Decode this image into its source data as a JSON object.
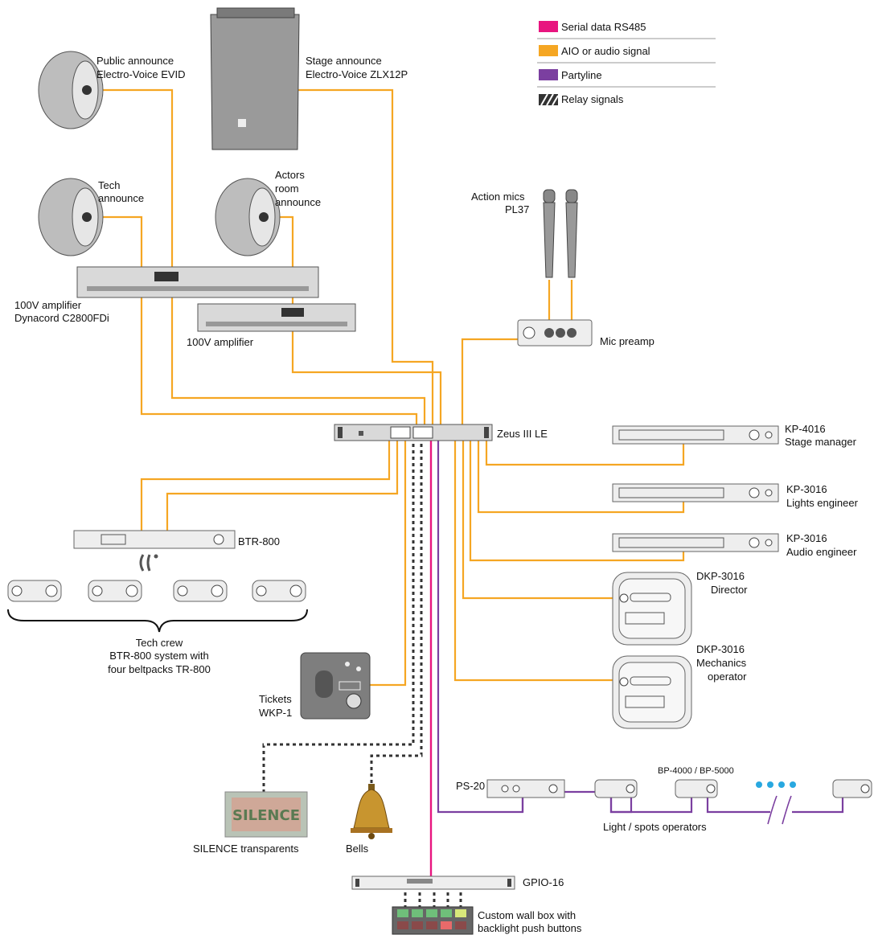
{
  "legend": {
    "items": [
      {
        "label": "Serial data RS485",
        "color": "#e8157f"
      },
      {
        "label": "AIO or audio signal",
        "color": "#f5a623"
      },
      {
        "label": "Partyline",
        "color": "#7b3fa0"
      },
      {
        "label": "Relay signals",
        "color": "#333333"
      }
    ]
  },
  "devices": {
    "public_announce": {
      "line1": "Public announce",
      "line2": "Electro-Voice EVID"
    },
    "stage_announce": {
      "line1": "Stage announce",
      "line2": "Electro-Voice ZLX12P"
    },
    "tech_announce": {
      "line1": "Tech",
      "line2": "announce"
    },
    "actors_announce": {
      "line1": "Actors",
      "line2": "room",
      "line3": "announce"
    },
    "amp1": {
      "line1": "100V amplifier",
      "line2": "Dynacord C2800FDi"
    },
    "amp2": {
      "line1": "100V amplifier"
    },
    "action_mics": {
      "line1": "Action mics",
      "line2": "PL37"
    },
    "mic_preamp": {
      "line1": "Mic preamp"
    },
    "zeus": {
      "line1": "Zeus III LE"
    },
    "kp4016": {
      "line1": "KP-4016",
      "line2": "Stage manager"
    },
    "kp3016_lights": {
      "line1": "KP-3016",
      "line2": "Lights engineer"
    },
    "kp3016_audio": {
      "line1": "KP-3016",
      "line2": "Audio engineer"
    },
    "dkp_director": {
      "line1": "DKP-3016",
      "line2": "Director"
    },
    "dkp_mechanics": {
      "line1": "DKP-3016",
      "line2": "Mechanics",
      "line3": "operator"
    },
    "btr800": {
      "line1": "BTR-800"
    },
    "tech_crew": {
      "line1": "Tech crew",
      "line2": "BTR-800 system with",
      "line3": "four beltpacks TR-800"
    },
    "tickets": {
      "line1": "Tickets",
      "line2": "WKP-1"
    },
    "silence": {
      "sign_text": "SILENCE",
      "caption": "SILENCE transparents"
    },
    "bells": {
      "line1": "Bells"
    },
    "ps20": {
      "line1": "PS-20"
    },
    "bp": {
      "line1": "BP-4000 / BP-5000"
    },
    "light_ops": {
      "line1": "Light / spots operators"
    },
    "gpio16": {
      "line1": "GPIO-16"
    },
    "wallbox": {
      "line1": "Custom wall box with",
      "line2": "backlight push buttons"
    }
  }
}
